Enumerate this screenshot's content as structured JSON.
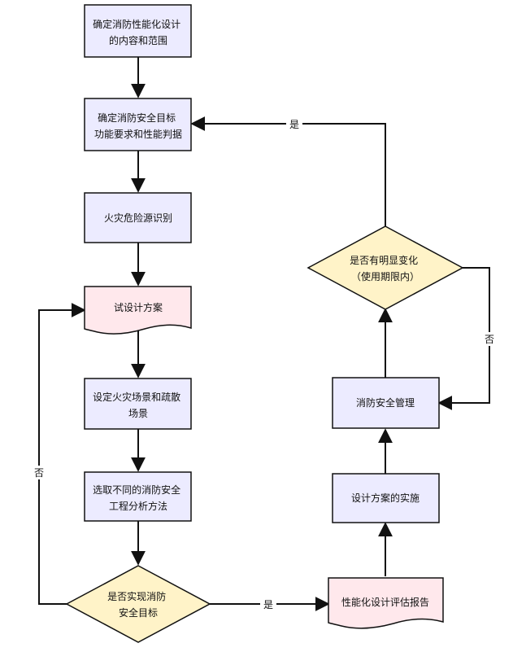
{
  "nodes": {
    "define_scope": {
      "lines": [
        "确定消防性能化设计",
        "的内容和范围"
      ]
    },
    "define_goals": {
      "lines": [
        "确定消防安全目标",
        "功能要求和性能判据"
      ]
    },
    "hazard_id": {
      "lines": [
        "火灾危险源识别"
      ]
    },
    "trial_design": {
      "lines": [
        "试设计方案"
      ]
    },
    "fire_scenario": {
      "lines": [
        "设定火灾场景和疏散",
        "场景"
      ]
    },
    "select_methods": {
      "lines": [
        "选取不同的消防安全",
        "工程分析方法"
      ]
    },
    "goal_achieved": {
      "lines": [
        "是否实现消防",
        "安全目标"
      ]
    },
    "evaluation_report": {
      "lines": [
        "性能化设计评估报告"
      ]
    },
    "implementation": {
      "lines": [
        "设计方案的实施"
      ]
    },
    "safety_management": {
      "lines": [
        "消防安全管理"
      ]
    },
    "significant_change": {
      "lines": [
        "是否有明显变化",
        "（使用期限内）"
      ]
    }
  },
  "edge_labels": {
    "goal_yes": "是",
    "goal_no": "否",
    "change_yes": "是",
    "change_no": "否"
  },
  "colors": {
    "process_fill": "#ecebff",
    "document_fill": "#ffe8ec",
    "decision_fill": "#fff3c8",
    "stroke": "#111111"
  }
}
